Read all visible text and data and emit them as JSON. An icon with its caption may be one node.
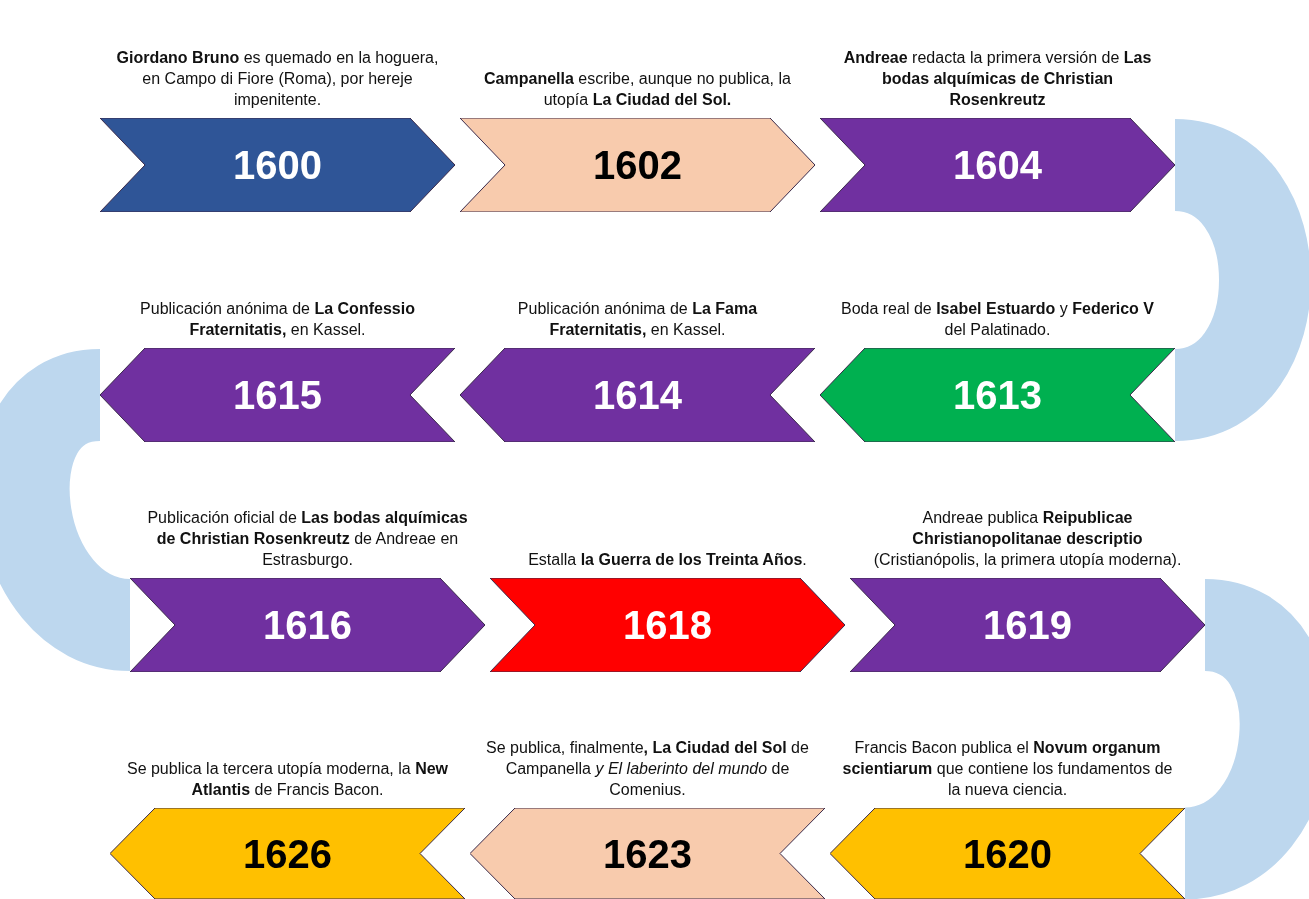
{
  "diagram": {
    "nodes": [
      {
        "text": [
          "1600"
        ],
        "beside": [
          "**Giordano Bruno** es quemado en la hoguera, en Campo di Fiore (Roma), por hereje impenitente."
        ]
      },
      {
        "text": [
          "1602"
        ],
        "beside": [
          "**Campanella** escribe, aunque no publica, la utopía **La Ciudad del Sol.**"
        ]
      },
      {
        "text": [
          "1604"
        ],
        "beside": [
          "**Andreae** redacta la primera versión de **Las bodas alquímicas de Christian Rosenkreutz**"
        ]
      },
      {
        "text": [
          "1613"
        ],
        "beside": [
          "Boda real de **Isabel Estuardo** y **Federico V** del Palatinado."
        ]
      },
      {
        "text": [
          "1614"
        ],
        "beside": [
          "Publicación anónima de **La Fama Fraternitatis,** en Kassel."
        ]
      },
      {
        "text": [
          "1615"
        ],
        "beside": [
          "Publicación anónima de **La Confessio Fraternitatis,** en Kassel."
        ]
      },
      {
        "text": [
          "1616"
        ],
        "beside": [
          "Publicación oficial de **Las bodas alquímicas de Christian Rosenkreutz** de Andreae en Estrasburgo."
        ]
      },
      {
        "text": [
          "1618"
        ],
        "beside": [
          "Estalla **la Guerra de los Treinta Años**."
        ]
      },
      {
        "text": [
          "1619"
        ],
        "beside": [
          "Andreae publica **Reipublicae Christianopolitanae descriptio** (Cristianópolis, la primera utopía moderna)."
        ]
      },
      {
        "text": [
          "1620"
        ],
        "beside": [
          "Francis Bacon publica el **Novum organum scientiarum** que contiene los fundamentos de la nueva ciencia."
        ]
      },
      {
        "text": [
          "1623"
        ],
        "beside": [
          "Se publica, finalmente**, La Ciudad del Sol** de Campanella *y El laberinto del mundo* de Comenius."
        ]
      },
      {
        "text": [
          "1626"
        ],
        "beside": [
          "Se publica la tercera utopía moderna, la **New Atlantis** de Francis Bacon."
        ]
      }
    ],
    "edges": [
      {
        "from": 2,
        "to": 3,
        "arrow": "none"
      },
      {
        "from": 5,
        "to": 6,
        "arrow": "none"
      },
      {
        "from": 8,
        "to": 9,
        "arrow": "none"
      }
    ]
  }
}
